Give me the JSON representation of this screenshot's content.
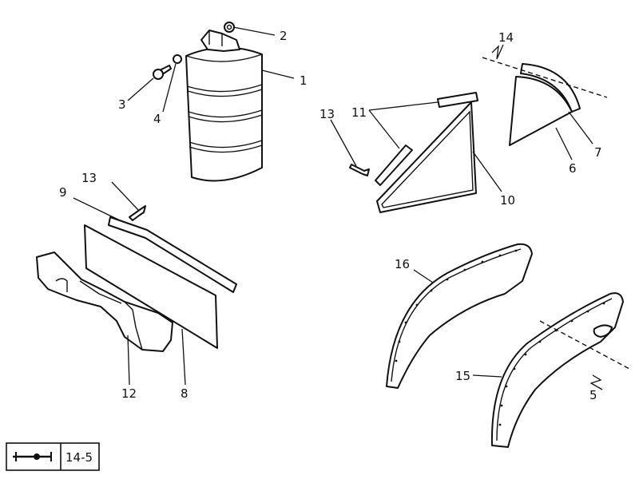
{
  "callouts": {
    "c1": "1",
    "c2": "2",
    "c3": "3",
    "c4": "4",
    "c5": "5",
    "c6": "6",
    "c7": "7",
    "c8": "8",
    "c9": "9",
    "c10": "10",
    "c11": "11",
    "c12": "12",
    "c13a": "13",
    "c13b": "13",
    "c14": "14",
    "c15": "15",
    "c16": "16"
  },
  "reference_box": {
    "label": "14-5",
    "icon": "rivet-icon"
  }
}
